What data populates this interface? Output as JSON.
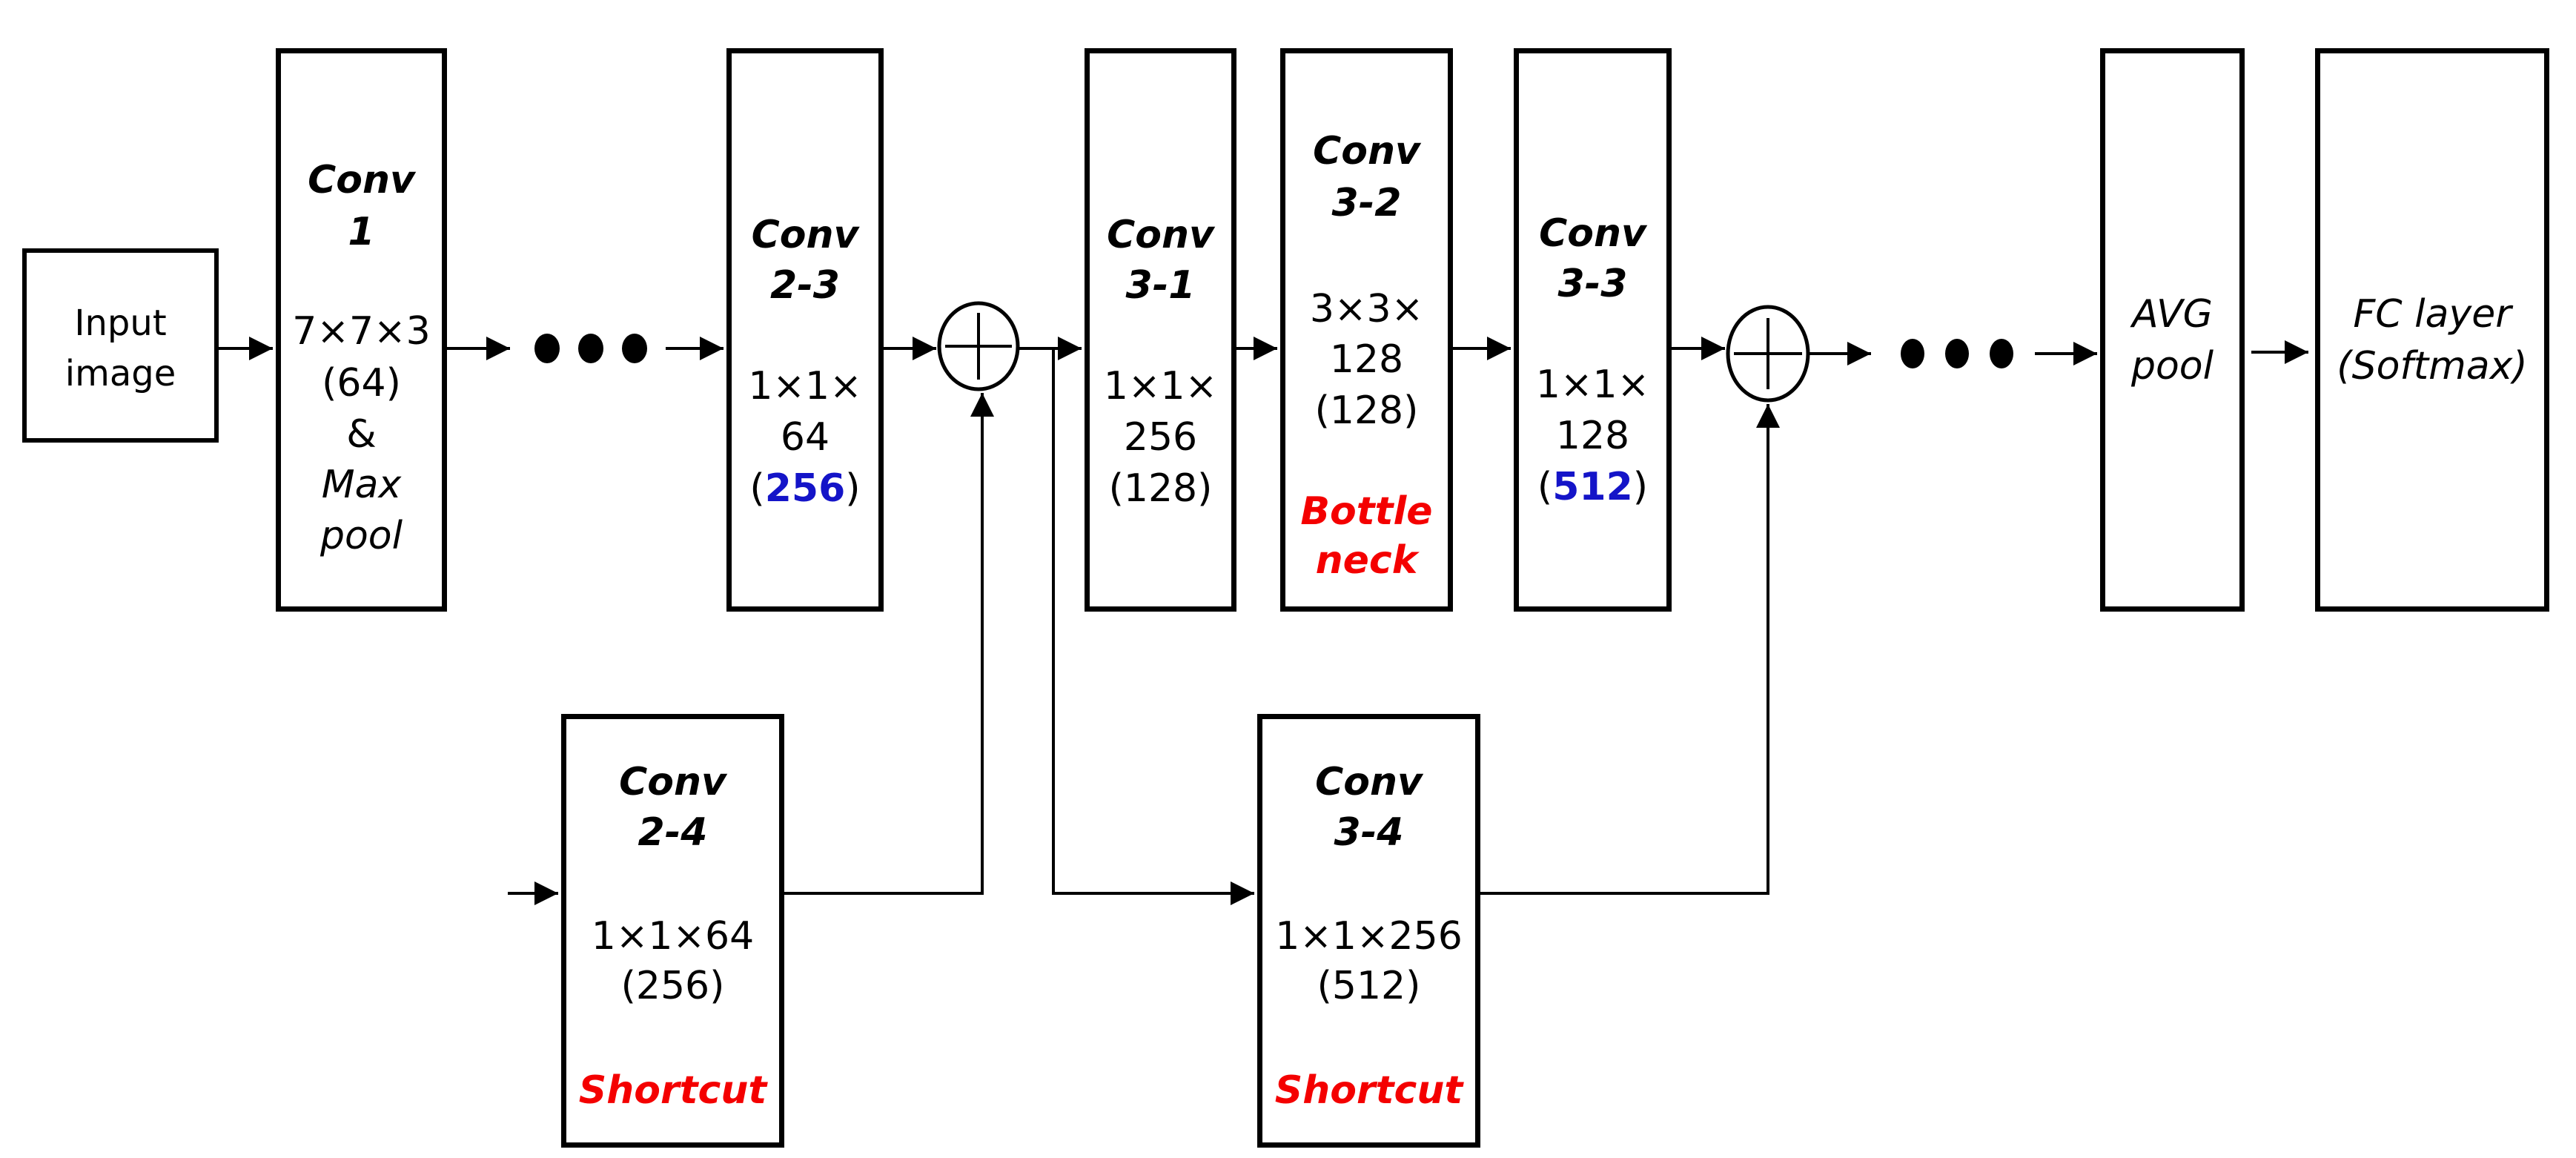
{
  "colors": {
    "line": "#000000",
    "blue": "#1414c8",
    "red": "#f40000"
  },
  "input_box": {
    "line1": "Input",
    "line2": "image"
  },
  "conv1": {
    "title1": "Conv",
    "title2": "1",
    "dims": "7×7×3",
    "channels": "(64)",
    "amp": "&",
    "pool1": "Max",
    "pool2": "pool"
  },
  "conv2_3": {
    "title1": "Conv",
    "title2": "2-3",
    "dims": "1×1×",
    "dims2": "64",
    "open": "(",
    "value": "256",
    "close": ")"
  },
  "conv3_1": {
    "title1": "Conv",
    "title2": "3-1",
    "dims": "1×1×",
    "dims2": "256",
    "channels": "(128)"
  },
  "conv3_2": {
    "title1": "Conv",
    "title2": "3-2",
    "dims": "3×3×",
    "dims2": "128",
    "channels": "(128)",
    "note1": "Bottle",
    "note2": "neck"
  },
  "conv3_3": {
    "title1": "Conv",
    "title2": "3-3",
    "dims": "1×1×",
    "dims2": "128",
    "open": "(",
    "value": "512",
    "close": ")"
  },
  "conv2_4": {
    "title1": "Conv",
    "title2": "2-4",
    "dims": "1×1×64",
    "channels": "(256)",
    "note": "Shortcut"
  },
  "conv3_4": {
    "title1": "Conv",
    "title2": "3-4",
    "dims": "1×1×256",
    "channels": "(512)",
    "note": "Shortcut"
  },
  "avg_pool": {
    "line1": "AVG",
    "line2": "pool"
  },
  "fc": {
    "line1": "FC layer",
    "line2": "(Softmax)"
  }
}
